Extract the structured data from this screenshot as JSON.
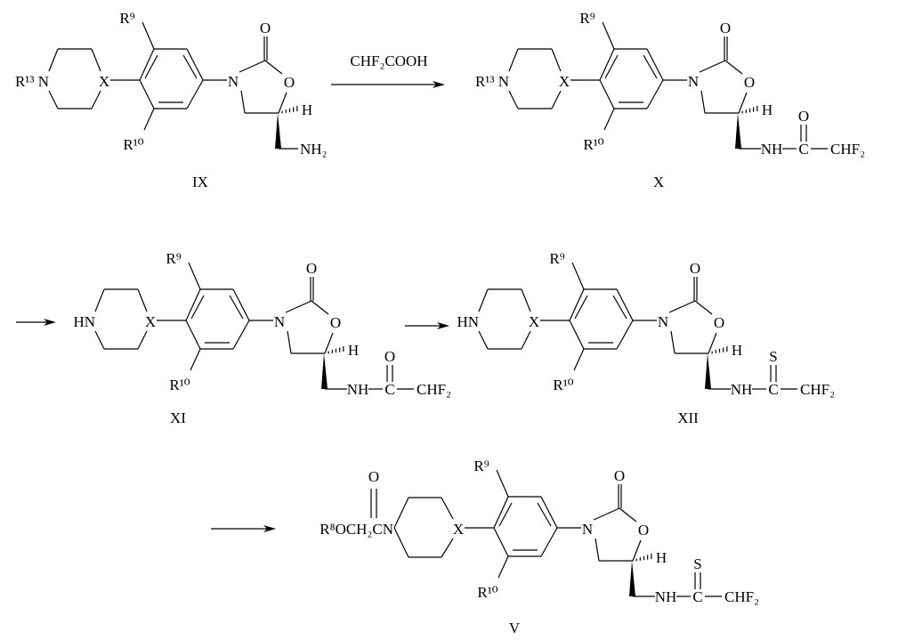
{
  "scheme": {
    "reagent_label": "CHF₂COOH",
    "molecules": [
      {
        "id": "IX",
        "amine": "R¹³ N",
        "x": "X",
        "r9": "R⁹",
        "r10": "R¹⁰",
        "n": "N",
        "o_ring": "O",
        "o_carbonyl": "O",
        "h": "H",
        "side": {
          "type": "amine",
          "nh": "NH₂"
        }
      },
      {
        "id": "X",
        "amine": "R¹³ N",
        "x": "X",
        "r9": "R⁹",
        "r10": "R¹⁰",
        "n": "N",
        "o_ring": "O",
        "o_carbonyl": "O",
        "h": "H",
        "side": {
          "type": "amide",
          "nh": "NH",
          "c": "C",
          "hetero": "O",
          "tail": "CHF₂"
        }
      },
      {
        "id": "XI",
        "amine": "HN",
        "x": "X",
        "r9": "R⁹",
        "r10": "R¹⁰",
        "n": "N",
        "o_ring": "O",
        "o_carbonyl": "O",
        "h": "H",
        "side": {
          "type": "amide",
          "nh": "NH",
          "c": "C",
          "hetero": "O",
          "tail": "CHF₂"
        }
      },
      {
        "id": "XII",
        "amine": "HN",
        "x": "X",
        "r9": "R⁹",
        "r10": "R¹⁰",
        "n": "N",
        "o_ring": "O",
        "o_carbonyl": "O",
        "h": "H",
        "side": {
          "type": "thioamide",
          "nh": "NH",
          "c": "C",
          "hetero": "S",
          "tail": "CHF₂"
        }
      },
      {
        "id": "V",
        "amine": "R⁸OCH₂CN",
        "acyl_o": "O",
        "x": "X",
        "r9": "R⁹",
        "r10": "R¹⁰",
        "n": "N",
        "o_ring": "O",
        "o_carbonyl": "O",
        "h": "H",
        "side": {
          "type": "thioamide",
          "nh": "NH",
          "c": "C",
          "hetero": "S",
          "tail": "CHF₂"
        }
      }
    ]
  }
}
